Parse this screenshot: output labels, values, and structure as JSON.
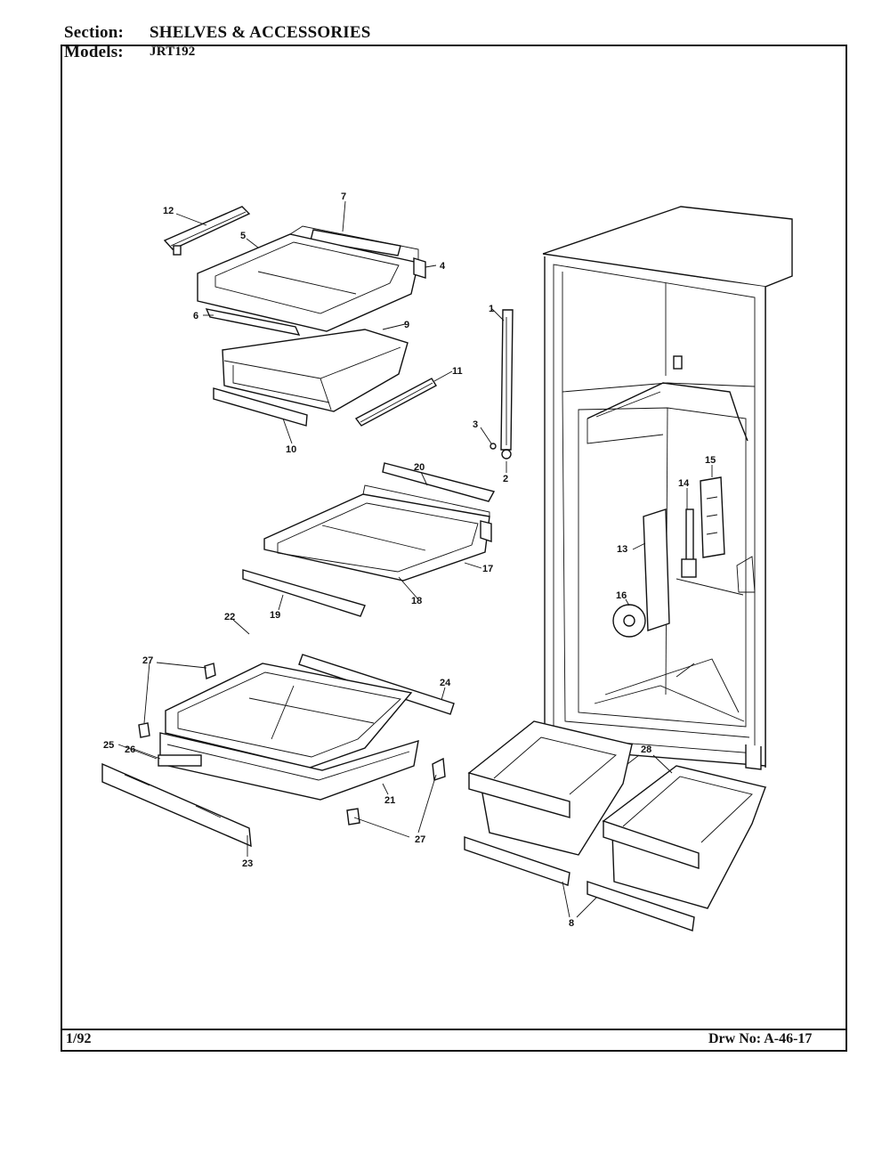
{
  "header": {
    "section_label": "Section:",
    "section_value": "SHELVES & ACCESSORIES",
    "models_label": "Models:",
    "models_value": "JRT192"
  },
  "footer": {
    "date": "1/92",
    "drawing_no": "Drw No: A-46-17"
  },
  "callouts": [
    "1",
    "2",
    "3",
    "4",
    "5",
    "6",
    "7",
    "8",
    "9",
    "10",
    "11",
    "12",
    "13",
    "14",
    "15",
    "16",
    "17",
    "18",
    "19",
    "20",
    "21",
    "22",
    "23",
    "24",
    "25",
    "26",
    "27",
    "27",
    "28",
    "8"
  ]
}
